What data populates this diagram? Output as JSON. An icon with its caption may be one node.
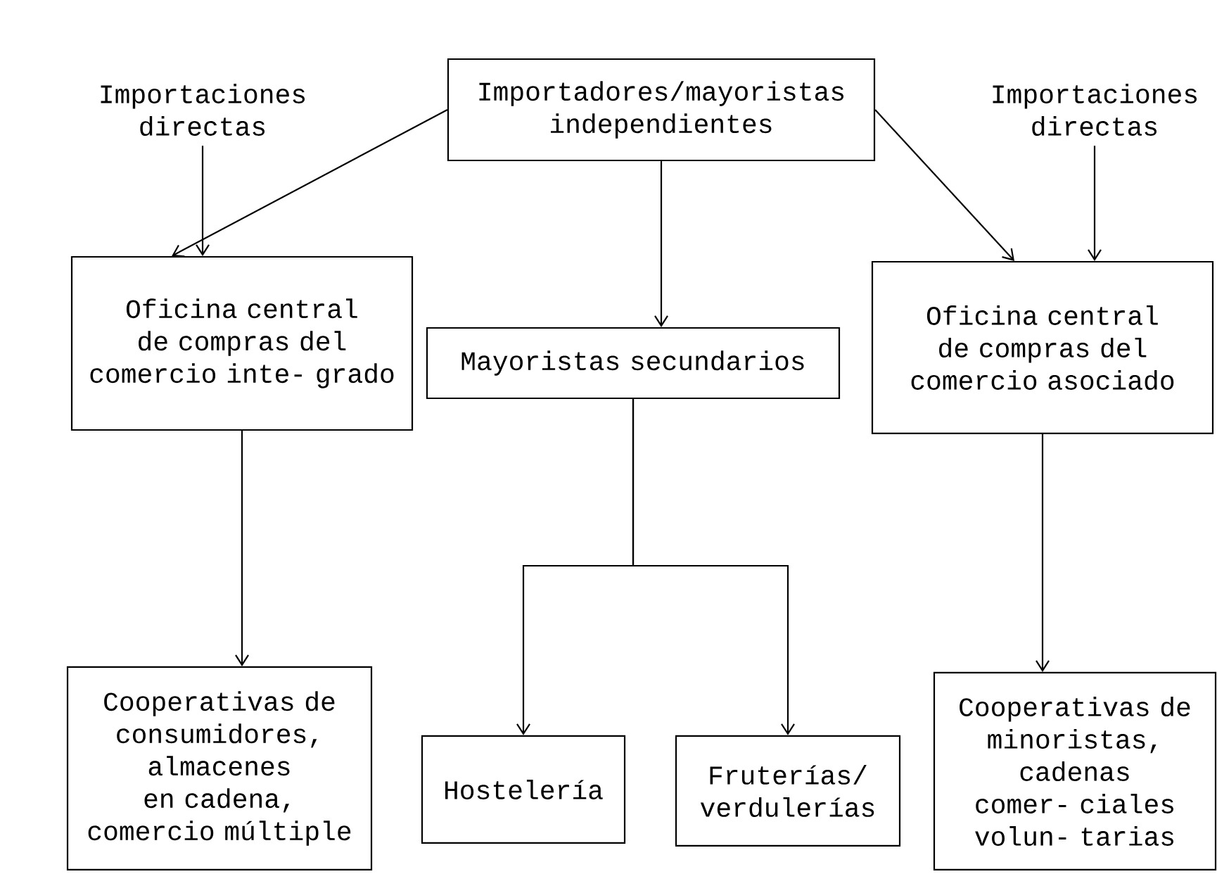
{
  "diagram": {
    "nodes": [
      {
        "text": [
          "Importaciones directas"
        ]
      },
      {
        "text": [
          "Importadores/mayoristas independientes"
        ]
      },
      {
        "text": [
          "Importaciones directas"
        ]
      },
      {
        "text": [
          "Oficina central de compras del comercio inte- grado"
        ]
      },
      {
        "text": [
          "Mayoristas secundarios"
        ]
      },
      {
        "text": [
          "Oficina central de compras del comercio asociado"
        ]
      },
      {
        "text": [
          "Cooperativas de consumidores, almacenes en cadena, comercio múltiple"
        ]
      },
      {
        "text": [
          "Hostelería"
        ]
      },
      {
        "text": [
          "Fruterías/ verdulerías"
        ]
      },
      {
        "text": [
          "Cooperativas de minoristas, cadenas comer- ciales volun- tarias"
        ]
      }
    ],
    "edges": [
      {
        "from": 0,
        "to": 3,
        "arrow": "to"
      },
      {
        "from": 1,
        "to": 3,
        "arrow": "to"
      },
      {
        "from": 1,
        "to": 4,
        "arrow": "to"
      },
      {
        "from": 1,
        "to": 5,
        "arrow": "to"
      },
      {
        "from": 2,
        "to": 5,
        "arrow": "to"
      },
      {
        "from": 3,
        "to": 6,
        "arrow": "to"
      },
      {
        "from": 4,
        "to": 7,
        "arrow": "to"
      },
      {
        "from": 4,
        "to": 8,
        "arrow": "to"
      },
      {
        "from": 5,
        "to": 9,
        "arrow": "to"
      }
    ]
  }
}
